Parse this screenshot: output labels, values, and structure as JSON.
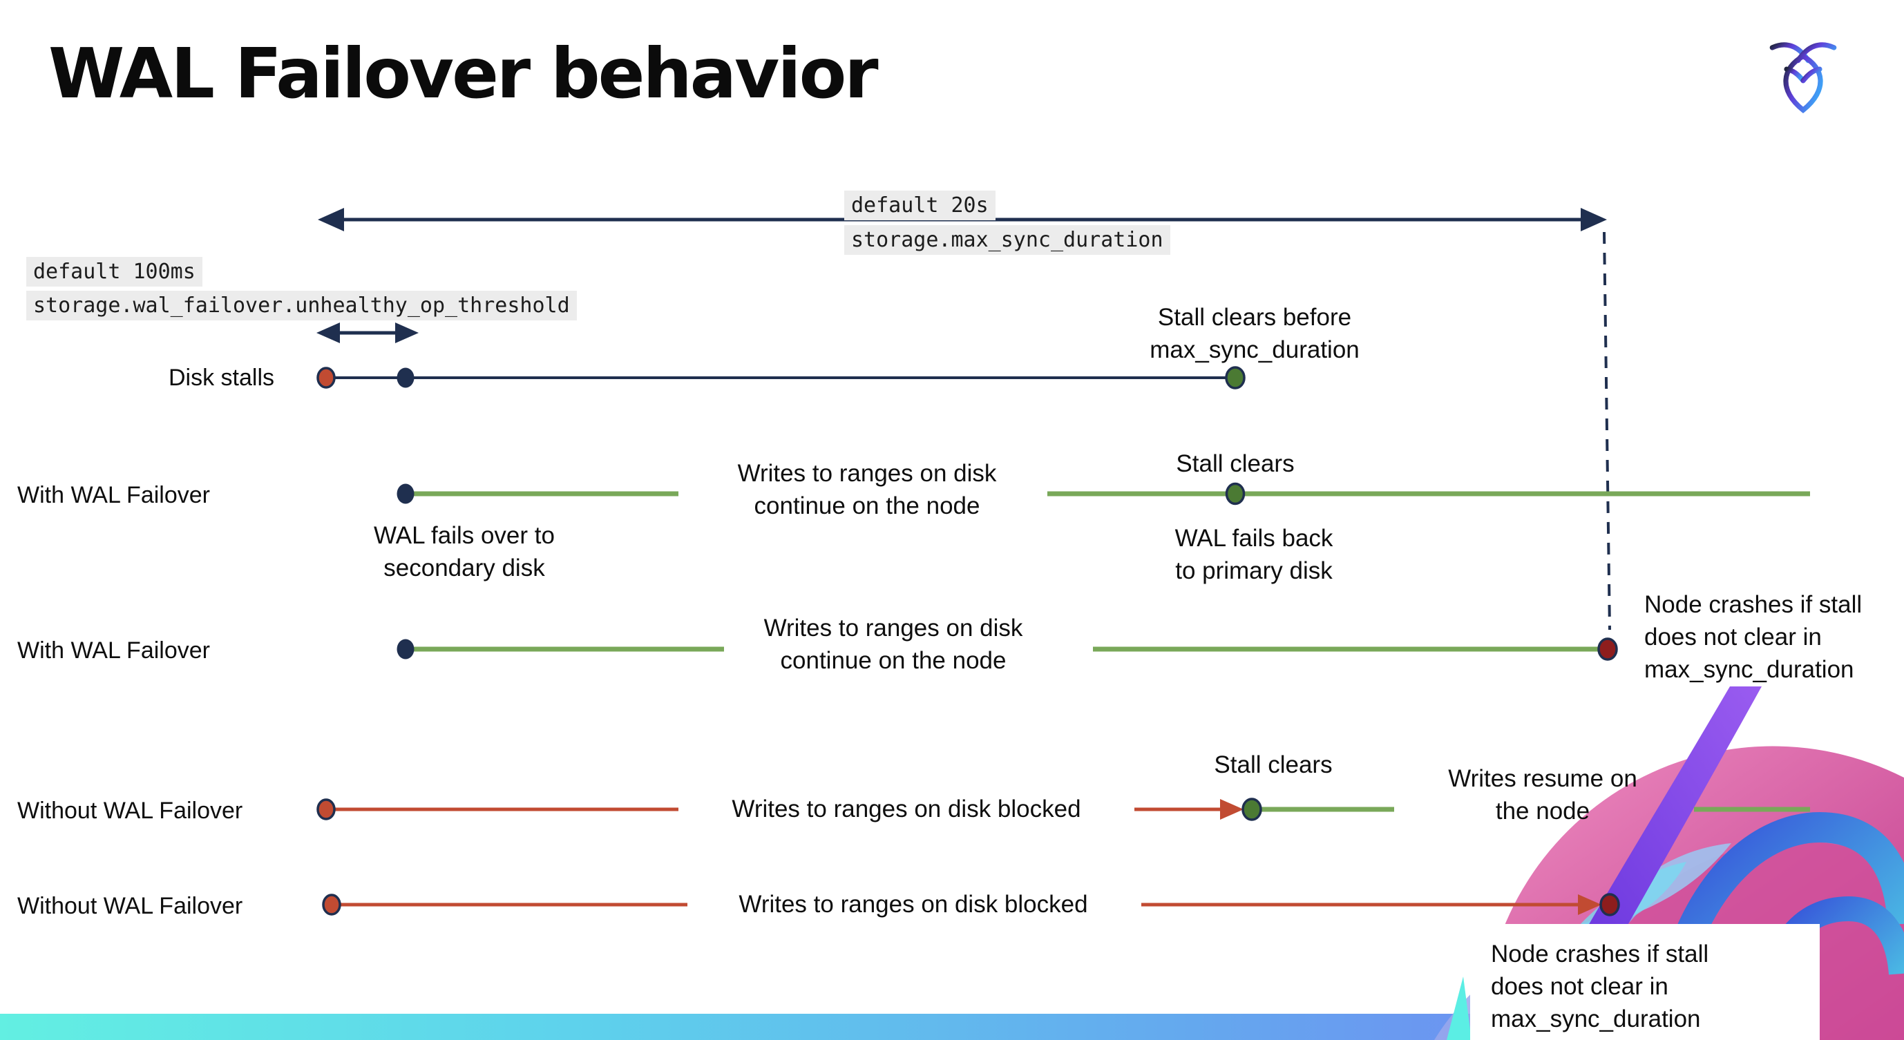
{
  "page": {
    "title": "WAL Failover behavior"
  },
  "logo": {
    "name": "cockroachdb-mark"
  },
  "settings": {
    "max_sync_duration": {
      "default_line": "default 20s",
      "setting_line": "storage.max_sync_duration"
    },
    "unhealthy_op_threshold": {
      "default_line": "default 100ms",
      "setting_line": "storage.wal_failover.unhealthy_op_threshold"
    }
  },
  "rows": [
    {
      "label": "Disk stalls"
    },
    {
      "label": "With WAL Failover"
    },
    {
      "label": "With WAL Failover"
    },
    {
      "label": "Without WAL Failover"
    },
    {
      "label": "Without WAL Failover"
    }
  ],
  "annotations": {
    "stall_clears_before": "Stall clears before\nmax_sync_duration",
    "writes_continue": "Writes to ranges on disk\ncontinue on the node",
    "wal_fails_over": "WAL fails over to\nsecondary disk",
    "stall_clears": "Stall clears",
    "wal_fails_back": "WAL fails  back\nto primary disk",
    "node_crashes": "Node crashes if stall\ndoes not clear in\nmax_sync_duration",
    "writes_blocked": "Writes to ranges on disk  blocked",
    "writes_resume": "Writes resume on\nthe node"
  },
  "colors": {
    "navy": "#1f2f4f",
    "timeline_green": "#79a859",
    "green_dot": "#4b7a33",
    "stall_red": "#c14b32",
    "crash_red": "#8e1d1d",
    "code_background": "#ececec",
    "bar_gradient": [
      "#62efe2",
      "#5ed2ec",
      "#6e8ef2",
      "#7a57f0"
    ],
    "brand_pink": "#cc3f8f",
    "brand_purple": "#6b2fd8",
    "brand_cyan": "#48dce8"
  }
}
